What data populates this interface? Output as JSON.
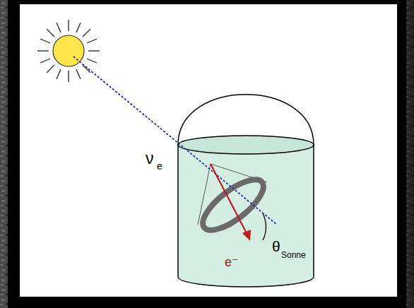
{
  "diagram": {
    "labels": [
      "ν",
      "e",
      "e⁻",
      "θ",
      "Sonne"
    ]
  }
}
